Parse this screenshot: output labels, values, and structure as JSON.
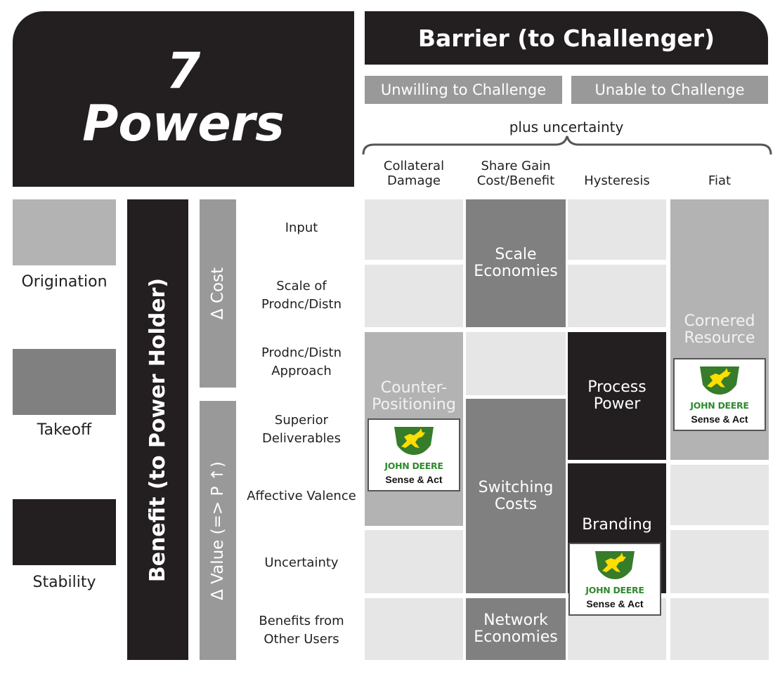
{
  "title": {
    "number": "7",
    "word": "Powers"
  },
  "barrier": {
    "header": "Barrier (to Challenger)",
    "unwilling": "Unwilling to Challenge",
    "unable": "Unable to Challenge",
    "uncertainty": "plus uncertainty"
  },
  "columns": {
    "collateral": [
      "Collateral",
      "Damage"
    ],
    "share_gain": [
      "Share Gain",
      "Cost/Benefit"
    ],
    "hysteresis": "Hysteresis",
    "fiat": "Fiat"
  },
  "legend": {
    "origination": "Origination",
    "takeoff": "Takeoff",
    "stability": "Stability"
  },
  "axes": {
    "benefit": "Benefit (to Power Holder)",
    "cost": "Δ Cost",
    "value": "Δ Value (=> P ↑)"
  },
  "rows": {
    "input": "Input",
    "scale": [
      "Scale of",
      "Prodnc/Distn"
    ],
    "approach": [
      "Prodnc/Distn",
      "Approach"
    ],
    "superior": [
      "Superior",
      "Deliverables"
    ],
    "affective": "Affective Valence",
    "uncertainty": "Uncertainty",
    "benefits": [
      "Benefits from",
      "Other Users"
    ]
  },
  "powers": {
    "scale_economies": [
      "Scale",
      "Economies"
    ],
    "cornered_resource": [
      "Cornered",
      "Resource"
    ],
    "counter_positioning": [
      "Counter-",
      "Positioning"
    ],
    "process_power": [
      "Process",
      "Power"
    ],
    "switching_costs": [
      "Switching",
      "Costs"
    ],
    "branding": "Branding",
    "network_economies": [
      "Network",
      "Economies"
    ]
  },
  "logo": {
    "brand": "JOHN DEERE",
    "tagline": "Sense & Act"
  },
  "colors": {
    "dark": "#231f20",
    "mid": "#808080",
    "light": "#b3b3b3",
    "cell": "#e6e6e6",
    "deere_green": "#367c2b",
    "deere_yellow": "#ffde00"
  }
}
